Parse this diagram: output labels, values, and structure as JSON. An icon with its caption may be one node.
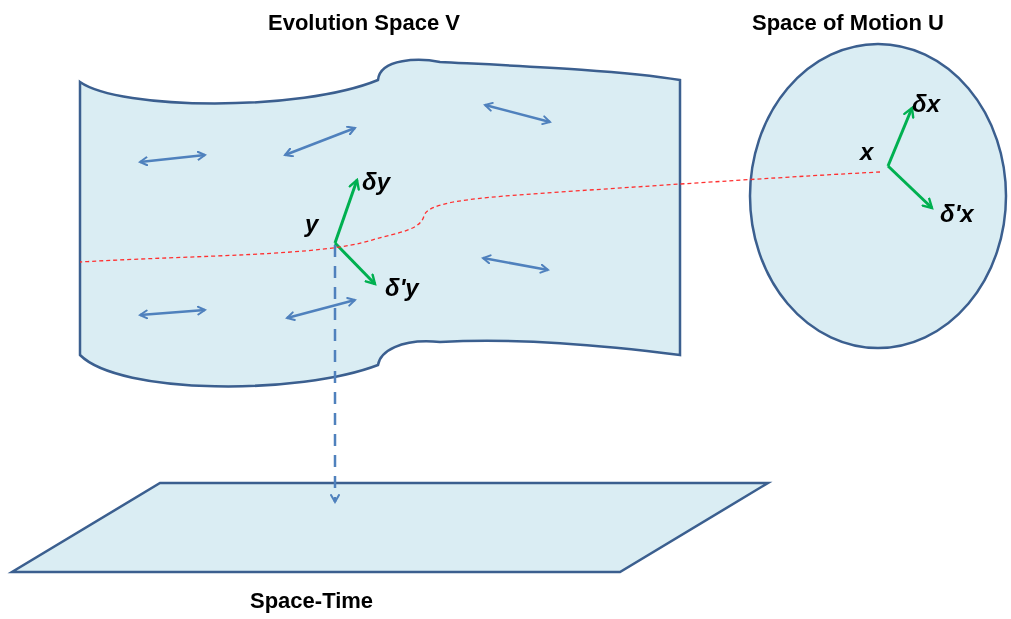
{
  "diagram": {
    "nodes": [
      {
        "text": [
          "Evolution Space V"
        ]
      },
      {
        "text": [
          "Space of Motion U"
        ]
      },
      {
        "text": [
          "Space-Time"
        ]
      },
      {
        "text": [
          "y"
        ],
        "in": 0
      },
      {
        "text": [
          "x"
        ],
        "in": 1
      }
    ],
    "edges": [
      {
        "from": 3,
        "to": 2,
        "arrow": "to",
        "style": "dashed"
      },
      {
        "from": 4,
        "to": 0,
        "arrow": "none",
        "style": "dashed",
        "color": "#ff3030"
      }
    ],
    "labels": [
      "δy",
      "δ'y",
      "δx",
      "δ'x"
    ]
  }
}
